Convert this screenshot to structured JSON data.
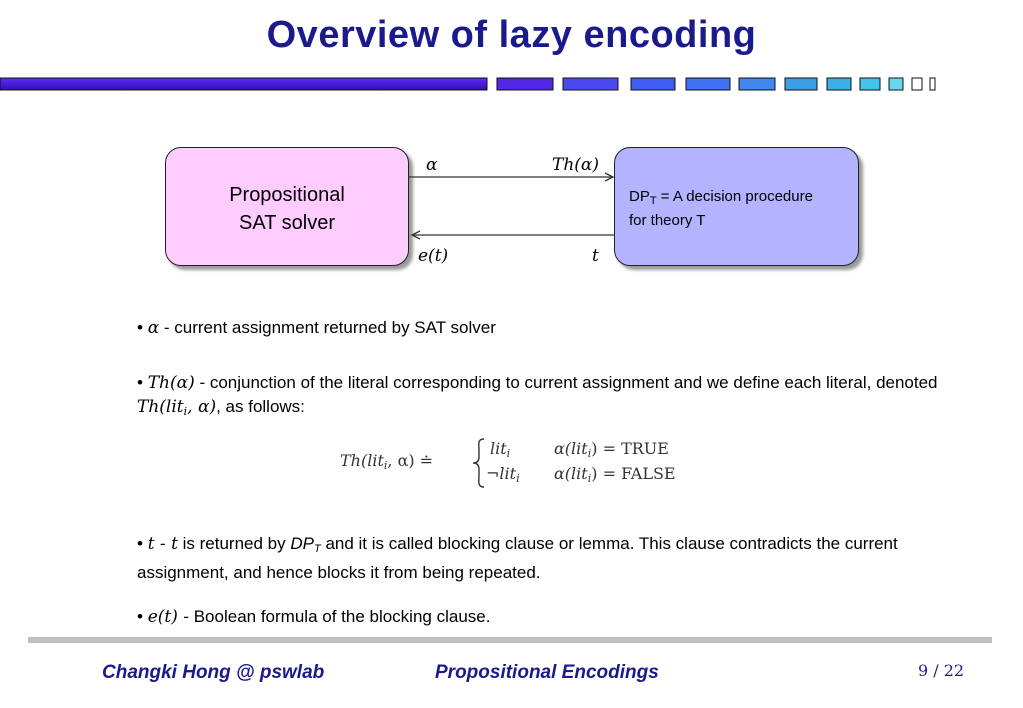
{
  "slide": {
    "title": "Overview of lazy encoding"
  },
  "diagram": {
    "sat_box_line1": "Propositional",
    "sat_box_line2": "SAT solver",
    "dpt_box_dp": "DP",
    "dpt_box_sub": "T",
    "dpt_box_rest_line1": " = A decision procedure",
    "dpt_box_line2": "for theory T",
    "arrow_top_left_label": "α",
    "arrow_top_right_label": "Th(α)",
    "arrow_bottom_left_label": "e(t)",
    "arrow_bottom_right_label": "t"
  },
  "bullets": {
    "b1_math": "α",
    "b1_text": " - current assignment returned by SAT solver",
    "b2_math": "Th(α)",
    "b2_text": " - conjunction of the literal corresponding to current assignment and we define each literal, denoted ",
    "b2_math2": "Th(lit",
    "b2_math2_sub": "i",
    "b2_math2_end": ", α)",
    "b2_text_end": ", as follows:",
    "b3_math": "t - t",
    "b3_text1": " is returned by ",
    "b3_dp": "DP",
    "b3_dp_sub": "T",
    "b3_text2": " and it is called blocking clause or lemma. This clause contradicts the current assignment, and hence blocks it from being repeated.",
    "b4_math": "e(t) -",
    "b4_text": " Boolean formula of the blocking clause."
  },
  "formula": {
    "lhs": "Th(lit",
    "lhs_sub": "i",
    "lhs_end": ", α) ≐",
    "row1_lit": "lit",
    "row1_sub": "i",
    "row1_cond": "α(lit",
    "row1_cond_sub": "i",
    "row1_cond_end": ") = TRUE",
    "row2_lit": "¬lit",
    "row2_sub": "i",
    "row2_cond": "α(lit",
    "row2_cond_sub": "i",
    "row2_cond_end": ") = FALSE"
  },
  "footer": {
    "author": "Changki Hong @ pswlab",
    "topic": "Propositional Encodings",
    "page": "9 / 22"
  },
  "colors": {
    "title": "#1a1a8c",
    "sat_box": "#ffccff",
    "dpt_box": "#b3b3ff"
  }
}
